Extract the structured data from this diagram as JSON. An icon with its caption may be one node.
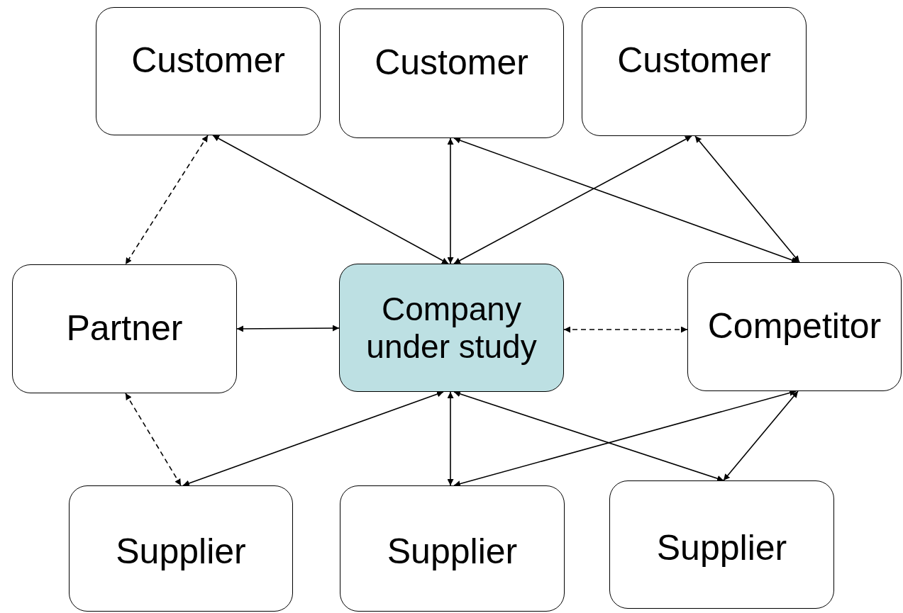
{
  "diagram": {
    "nodes": [
      {
        "text": [
          "Customer"
        ]
      },
      {
        "text": [
          "Customer"
        ]
      },
      {
        "text": [
          "Customer"
        ]
      },
      {
        "text": [
          "Partner"
        ]
      },
      {
        "text": [
          "Company under study"
        ]
      },
      {
        "text": [
          "Competitor"
        ]
      },
      {
        "text": [
          "Supplier"
        ]
      },
      {
        "text": [
          "Supplier"
        ]
      },
      {
        "text": [
          "Supplier"
        ]
      }
    ],
    "edges": [
      {
        "from": 0,
        "to": 3,
        "arrow": "both",
        "style": "dashed"
      },
      {
        "from": 0,
        "to": 4,
        "arrow": "both"
      },
      {
        "from": 1,
        "to": 4,
        "arrow": "both"
      },
      {
        "from": 2,
        "to": 4,
        "arrow": "both"
      },
      {
        "from": 1,
        "to": 5,
        "arrow": "both"
      },
      {
        "from": 2,
        "to": 5,
        "arrow": "both"
      },
      {
        "from": 3,
        "to": 4,
        "arrow": "both"
      },
      {
        "from": 4,
        "to": 5,
        "arrow": "both",
        "style": "dashed"
      },
      {
        "from": 3,
        "to": 6,
        "arrow": "both",
        "style": "dashed"
      },
      {
        "from": 4,
        "to": 6,
        "arrow": "both"
      },
      {
        "from": 4,
        "to": 7,
        "arrow": "both"
      },
      {
        "from": 4,
        "to": 8,
        "arrow": "both"
      },
      {
        "from": 5,
        "to": 7,
        "arrow": "both"
      },
      {
        "from": 5,
        "to": 8,
        "arrow": "both"
      }
    ]
  }
}
